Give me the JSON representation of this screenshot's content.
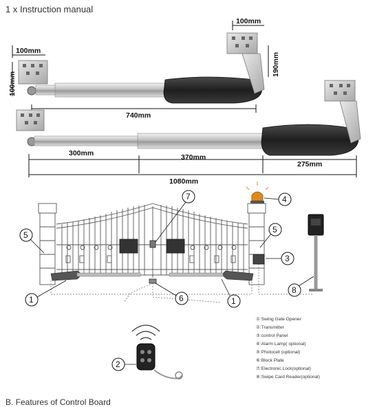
{
  "header": {
    "text": "1 x Instruction manual"
  },
  "footer": {
    "text": "B. Features of Control Board"
  },
  "dimensions": {
    "top_bracket_width": "100mm",
    "left_bracket_width": "100mm",
    "left_bracket_height": "100mm",
    "right_bracket_height": "190mm",
    "short_arm_length": "740mm",
    "segment_a": "300mm",
    "segment_b": "370mm",
    "segment_c": "275mm",
    "total_length": "1080mm"
  },
  "callouts": [
    "1",
    "1",
    "2",
    "3",
    "4",
    "5",
    "5",
    "6",
    "7",
    "8"
  ],
  "legend": [
    "①:Swing Gate Opener",
    "②:Transmitter",
    "③:control Panel",
    "④:Alarm Lamp( optional)",
    "⑤:Photocell (optional)",
    "⑥:Block Plate",
    "⑦:Electronic Lock(optional)",
    "⑧:Swipe Card Reader(optional)"
  ],
  "colors": {
    "lamp": "#e08a1e",
    "motor_body": "#3a3a3a",
    "arm_grip": "#2b2b2b",
    "gate_line": "#555555"
  }
}
